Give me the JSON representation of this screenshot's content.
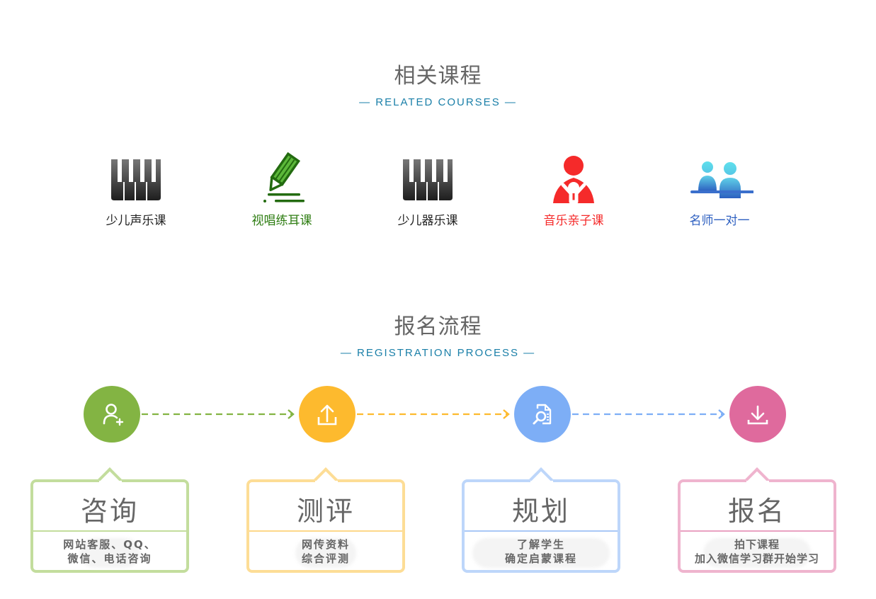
{
  "related_courses": {
    "title": "相关课程",
    "subtitle": "— RELATED COURSES —",
    "items": [
      {
        "label": "少儿声乐课",
        "icon": "piano-keys-icon",
        "color": "#222222"
      },
      {
        "label": "视唱练耳课",
        "icon": "pencil-icon",
        "color": "#2e7d12"
      },
      {
        "label": "少儿器乐课",
        "icon": "piano-keys-icon",
        "color": "#222222"
      },
      {
        "label": "音乐亲子课",
        "icon": "parent-child-icon",
        "color": "#f52a2a"
      },
      {
        "label": "名师一对一",
        "icon": "teacher-student-icon",
        "color": "#2d5fc0"
      }
    ]
  },
  "registration": {
    "title": "报名流程",
    "subtitle": "— REGISTRATION PROCESS —",
    "steps": [
      {
        "title": "咨询",
        "desc_lines": [
          "网站客服、QQ、",
          "微信、电话咨询"
        ],
        "icon": "add-user-icon",
        "color": "#83b443",
        "border": "#c3dd9d"
      },
      {
        "title": "测评",
        "desc_lines": [
          "网传资料",
          "综合评测"
        ],
        "icon": "upload-icon",
        "color": "#fdba2e",
        "border": "#fddd96"
      },
      {
        "title": "规划",
        "desc_lines": [
          "了解学生",
          "确定启蒙课程"
        ],
        "icon": "document-search-icon",
        "color": "#7daef6",
        "border": "#bdd6fa"
      },
      {
        "title": "报名",
        "desc_lines": [
          "拍下课程",
          "加入微信学习群开始学习"
        ],
        "icon": "download-icon",
        "color": "#df6a9d",
        "border": "#efb4ce"
      }
    ]
  }
}
